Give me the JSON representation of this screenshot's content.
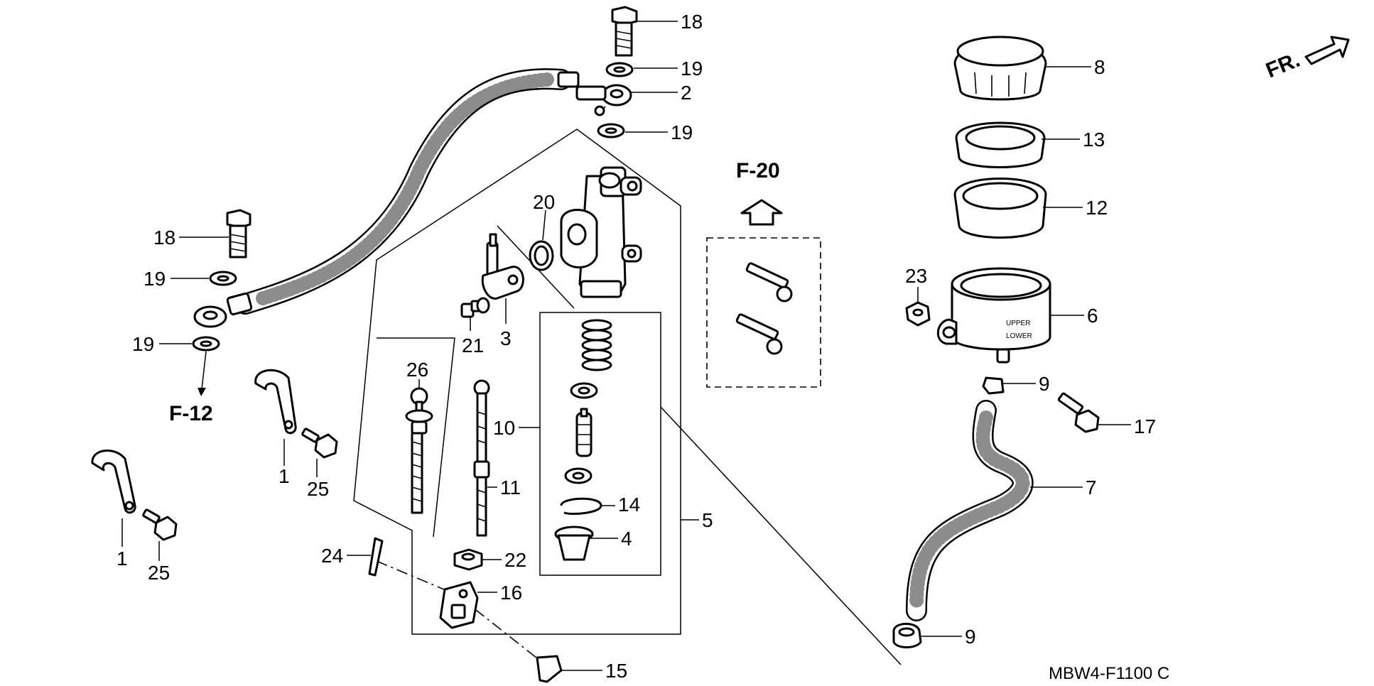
{
  "diagram": {
    "code": "MBW4-F1100 C",
    "direction_label": "FR.",
    "references": {
      "upper": "F-20",
      "left": "F-12"
    },
    "reservoir_marks": {
      "upper": "UPPER",
      "lower": "LOWER"
    },
    "callouts": {
      "n18a": "18",
      "n19a": "19",
      "n2": "2",
      "n19b": "19",
      "n20": "20",
      "n3": "3",
      "n21": "21",
      "n18b": "18",
      "n19c": "19",
      "n19d": "19",
      "n26": "26",
      "n10": "10",
      "n11": "11",
      "n14": "14",
      "n4": "4",
      "n5": "5",
      "n22": "22",
      "n16": "16",
      "n24": "24",
      "n15": "15",
      "n1a": "1",
      "n25a": "25",
      "n1b": "1",
      "n25b": "25",
      "n8": "8",
      "n13": "13",
      "n12": "12",
      "n23": "23",
      "n6": "6",
      "n9a": "9",
      "n17": "17",
      "n7": "7",
      "n9b": "9"
    }
  }
}
